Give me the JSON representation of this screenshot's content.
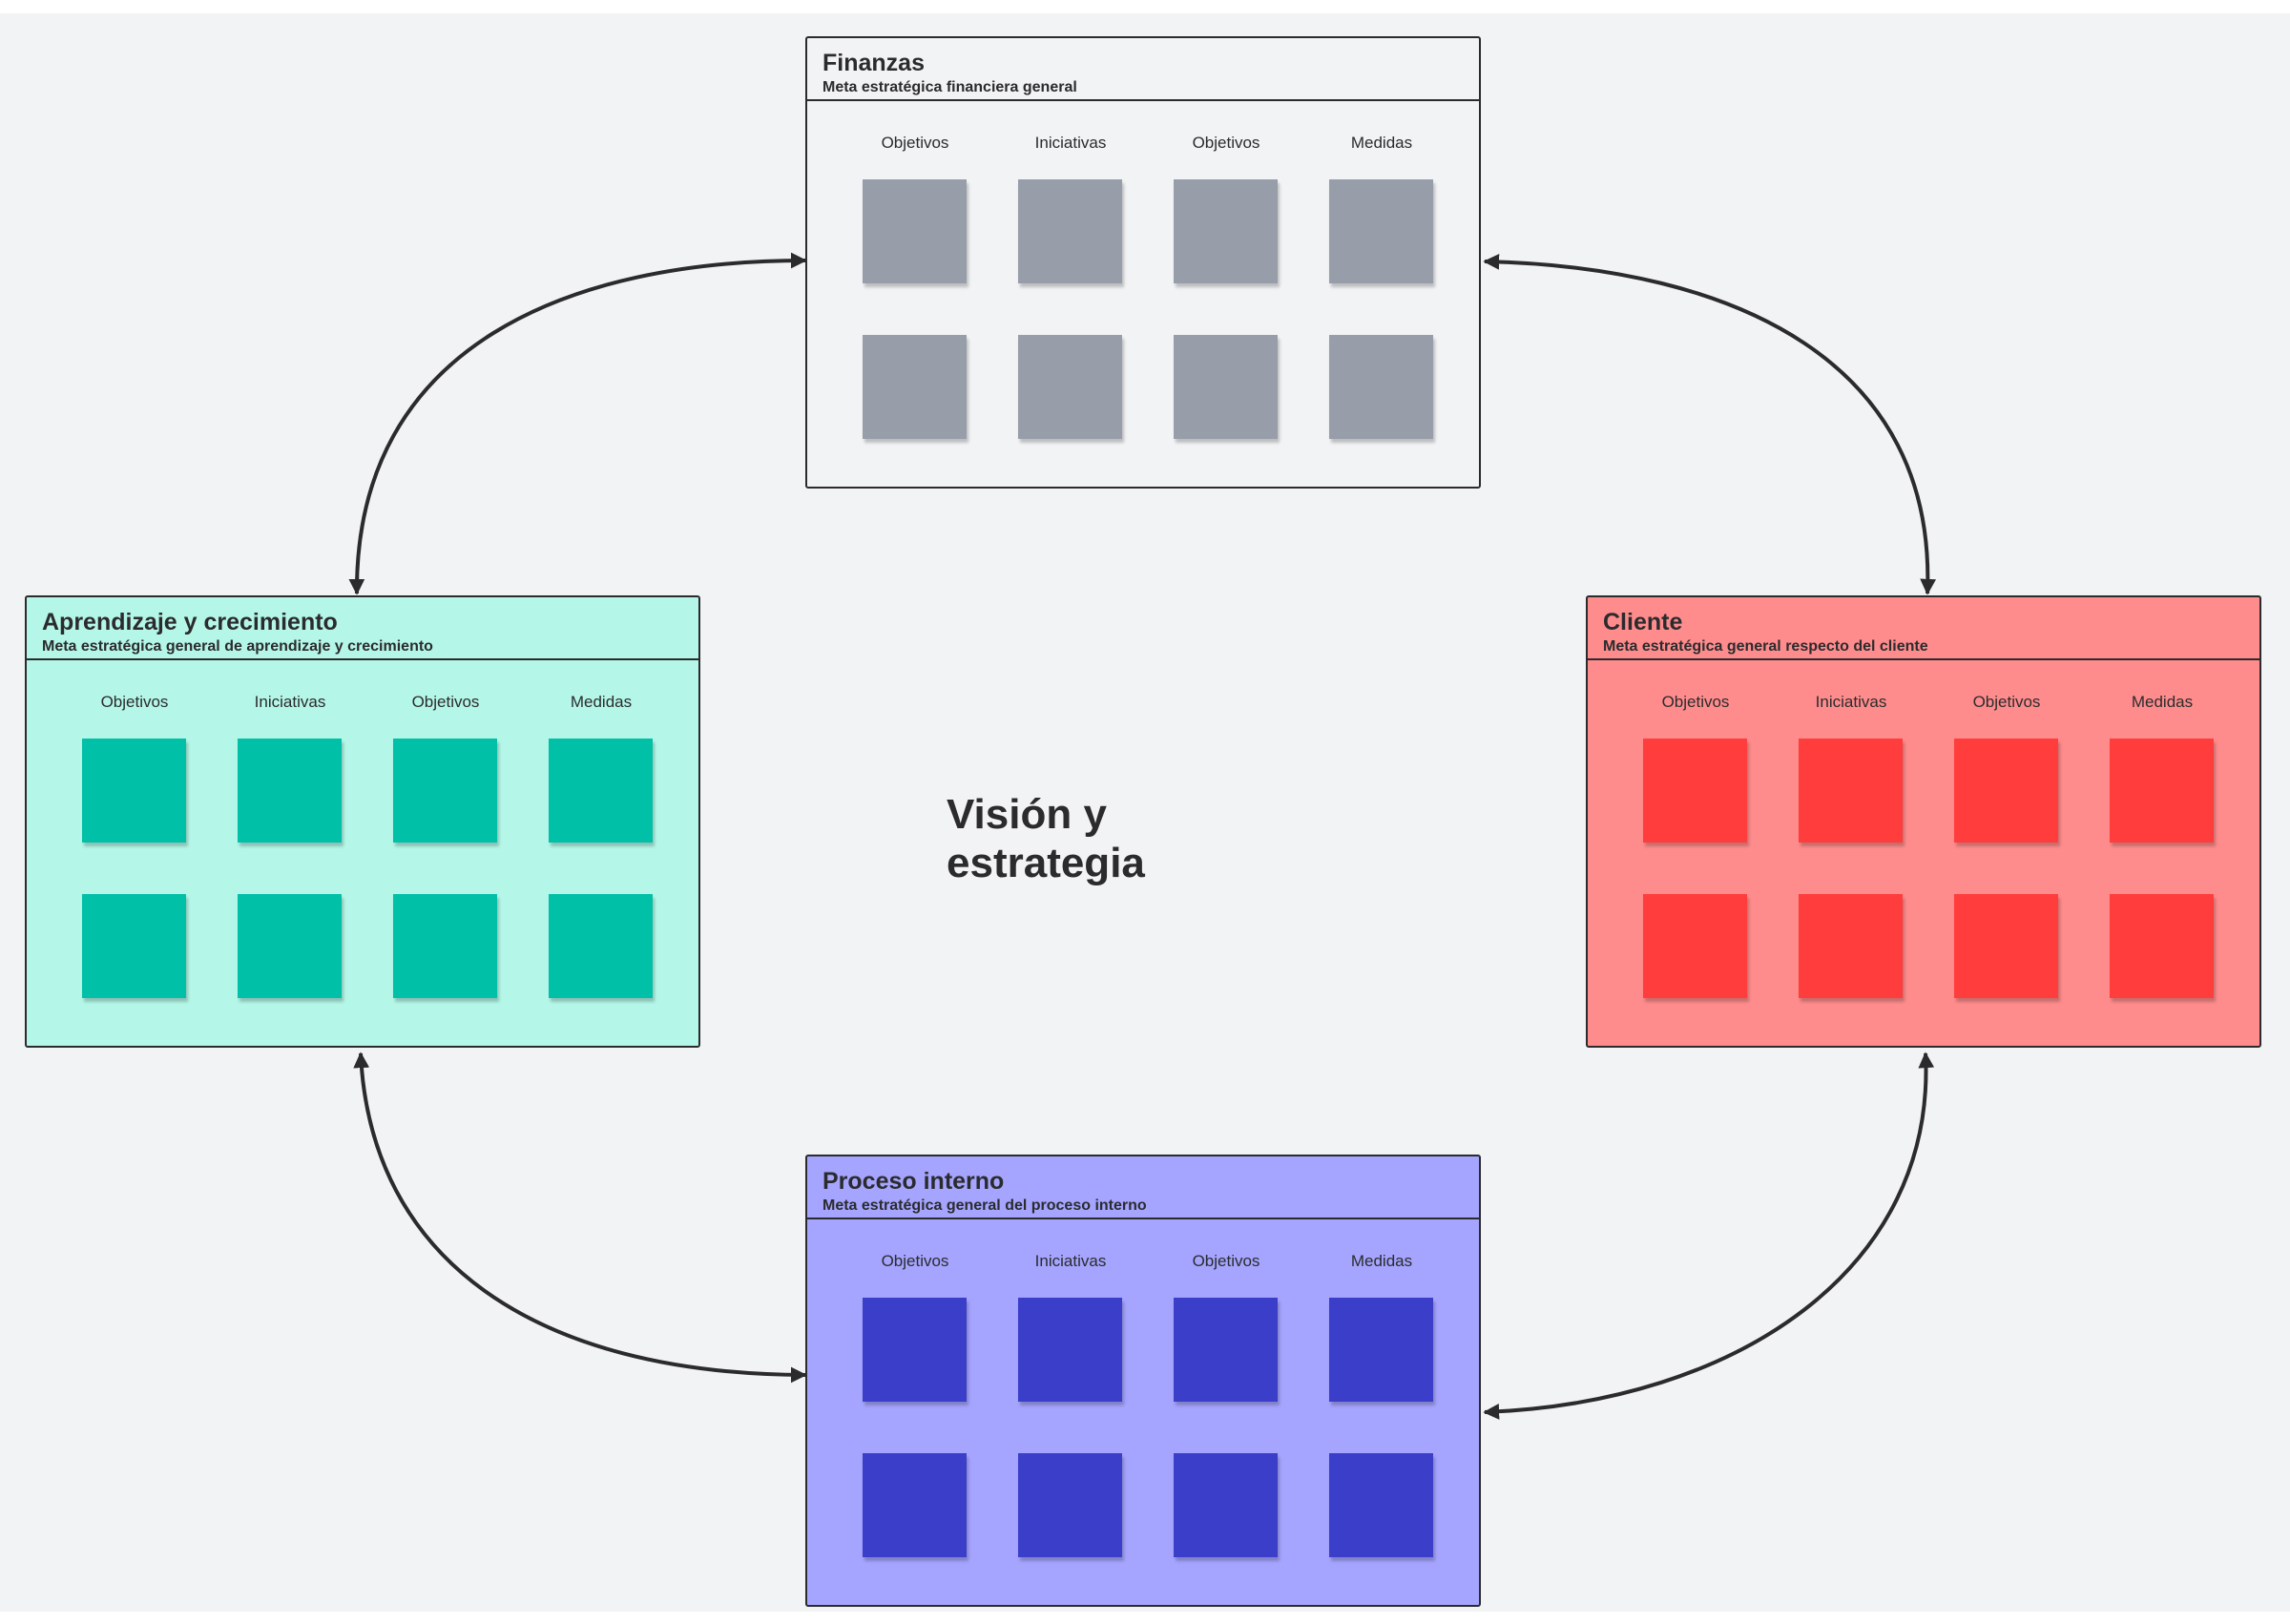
{
  "canvas": {
    "background": "#f2f3f5",
    "center_title": "Visión y\nestrategia"
  },
  "column_headers": [
    "Objetivos",
    "Iniciativas",
    "Objetivos",
    "Medidas"
  ],
  "frames": [
    {
      "id": "finanzas",
      "title": "Finanzas",
      "subtitle": "Meta estratégica financiera general",
      "background": "#f2f3f5",
      "note_color": "#979ea9",
      "note_rows": 2
    },
    {
      "id": "aprendizaje",
      "title": "Aprendizaje y crecimiento",
      "subtitle": "Meta estratégica general de aprendizaje y crecimiento",
      "background": "#b4f7e8",
      "note_color": "#00c0a8",
      "note_rows": 2
    },
    {
      "id": "cliente",
      "title": "Cliente",
      "subtitle": "Meta estratégica general respecto del cliente",
      "background": "#ff8c8c",
      "note_color": "#ff3d3d",
      "note_rows": 2
    },
    {
      "id": "proceso",
      "title": "Proceso interno",
      "subtitle": "Meta estratégica general del proceso interno",
      "background": "#a5a5ff",
      "note_color": "#3a3ec8",
      "note_rows": 2
    }
  ],
  "connectors": [
    {
      "from": "finanzas",
      "to": "aprendizaje",
      "bidirectional": true
    },
    {
      "from": "finanzas",
      "to": "cliente",
      "bidirectional": true
    },
    {
      "from": "aprendizaje",
      "to": "proceso",
      "bidirectional": true
    },
    {
      "from": "cliente",
      "to": "proceso",
      "bidirectional": true
    }
  ]
}
